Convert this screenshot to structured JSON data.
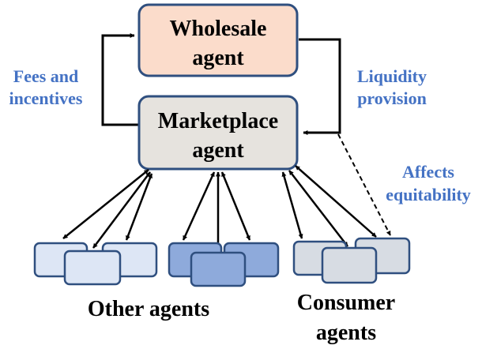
{
  "nodes": {
    "wholesale": {
      "line1": "Wholesale",
      "line2": "agent",
      "fill": "#fbdccb"
    },
    "marketplace": {
      "line1": "Marketplace",
      "line2": "agent",
      "fill": "#e6e3de"
    }
  },
  "edge_labels": {
    "fees_line1": "Fees and",
    "fees_line2": "incentives",
    "liquidity_line1": "Liquidity",
    "liquidity_line2": "provision",
    "affects_line1": "Affects",
    "affects_line2": "equitability"
  },
  "groups": {
    "other_light": {
      "label": "Other agents",
      "fill": "#dde6f5"
    },
    "other_dark": {
      "fill": "#8eaadb"
    },
    "consumer": {
      "line1": "Consumer",
      "line2": "agents",
      "fill": "#d7dce3"
    }
  },
  "colors": {
    "label_blue": "#4472c4",
    "stroke": "#2f4f7f",
    "arrow": "#000000"
  }
}
